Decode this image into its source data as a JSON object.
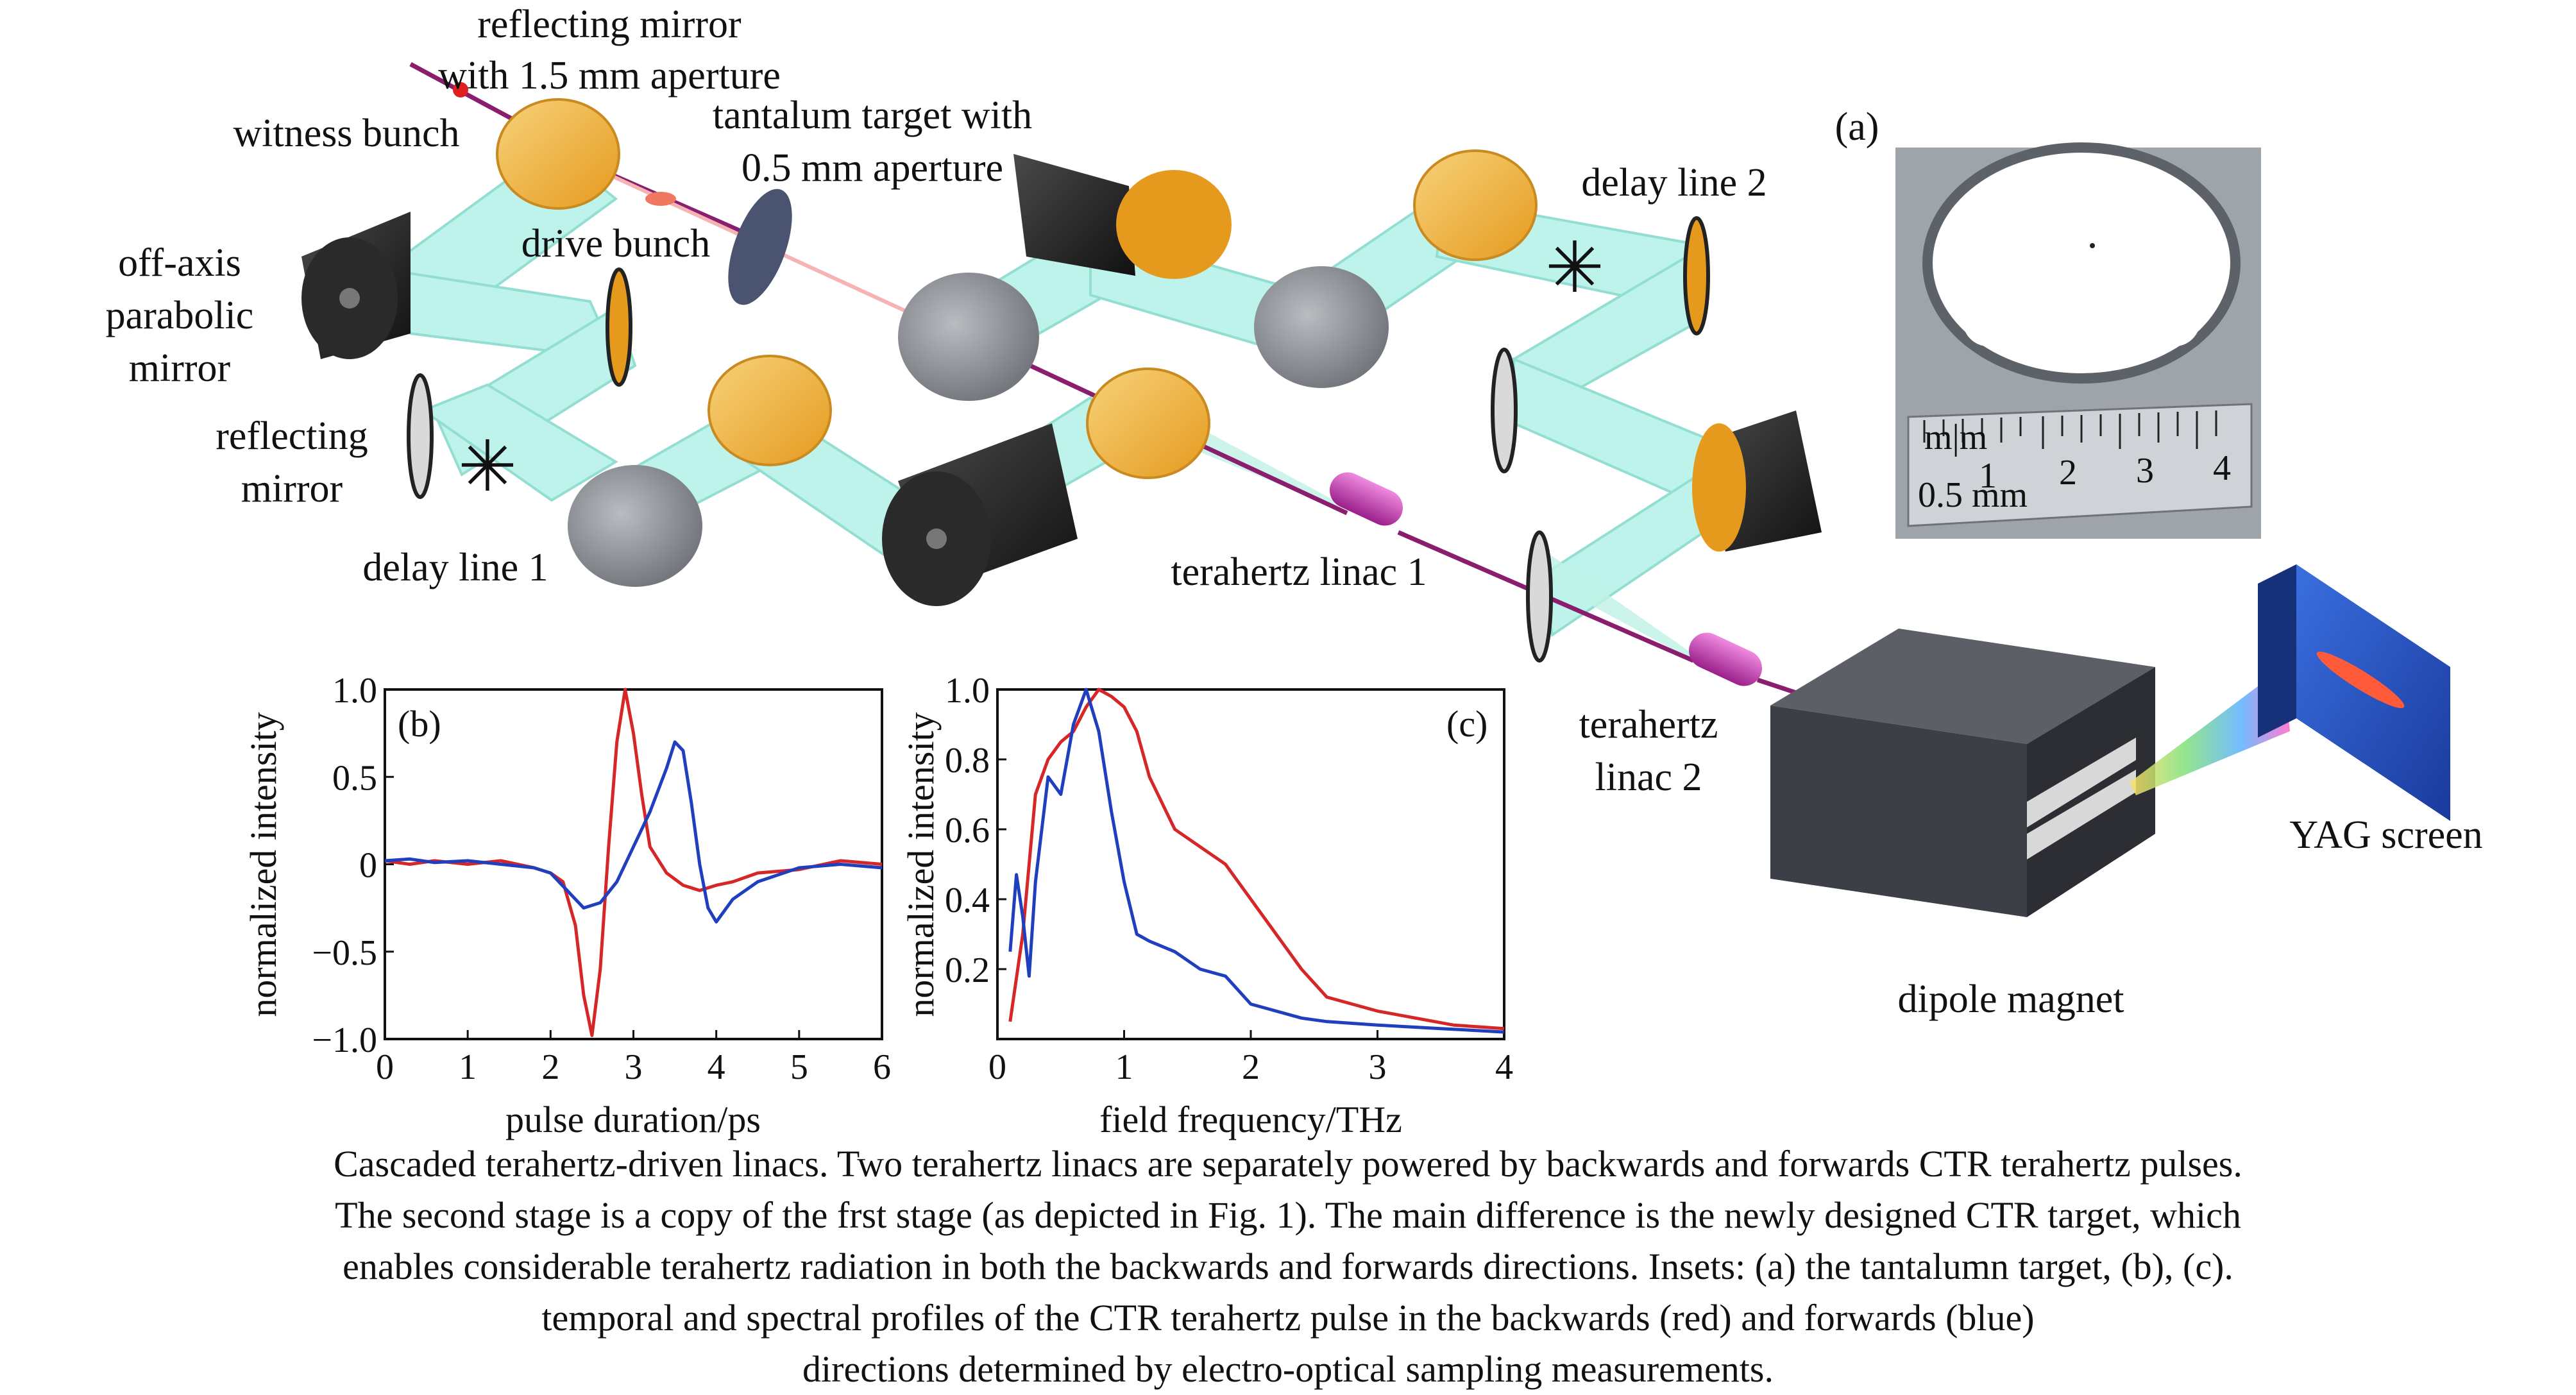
{
  "labels": {
    "reflecting_mirror_aperture_1": "reflecting mirror",
    "reflecting_mirror_aperture_2": "with 1.5 mm aperture",
    "witness_bunch": "witness bunch",
    "tantalum_target_1": "tantalum target with",
    "tantalum_target_2": "0.5 mm aperture",
    "drive_bunch": "drive bunch",
    "off_axis_1": "off-axis",
    "off_axis_2": "parabolic",
    "off_axis_3": "mirror",
    "reflecting_1": "reflecting",
    "reflecting_2": "mirror",
    "delay_line_1": "delay line 1",
    "delay_line_2": "delay line 2",
    "thz_linac_1": "terahertz linac 1",
    "thz_linac_2_a": "terahertz",
    "thz_linac_2_b": "linac 2",
    "yag_screen": "YAG screen",
    "dipole_magnet": "dipole magnet",
    "inset_a": "(a)"
  },
  "ruler": {
    "marks": [
      "1",
      "2",
      "3",
      "4"
    ],
    "unit_top": "m|m",
    "unit_bottom": "0.5 mm"
  },
  "colors": {
    "backwards": "#d62728",
    "forwards": "#1f3fbf",
    "beam": "#8fe6d8",
    "mirror_gold": "#f2b640",
    "electron_path": "#8a1d6e"
  },
  "chart_data": [
    {
      "type": "line",
      "panel": "(b)",
      "xlabel": "pulse duration/ps",
      "ylabel": "normalized intensity",
      "xlim": [
        0,
        6
      ],
      "ylim": [
        -1.0,
        1.0
      ],
      "xticks": [
        "0",
        "1",
        "2",
        "3",
        "4",
        "5",
        "6"
      ],
      "yticks": [
        "1.0",
        "0.5",
        "0",
        "−0.5",
        "−1.0"
      ],
      "series": [
        {
          "color": "#d62728",
          "x": [
            0,
            0.3,
            0.6,
            1.0,
            1.4,
            1.8,
            2.0,
            2.15,
            2.3,
            2.4,
            2.5,
            2.6,
            2.7,
            2.8,
            2.9,
            3.0,
            3.1,
            3.2,
            3.4,
            3.6,
            3.8,
            4.0,
            4.2,
            4.5,
            5.0,
            5.5,
            6.0
          ],
          "y": [
            0.02,
            0.0,
            0.02,
            0.0,
            0.02,
            -0.02,
            -0.05,
            -0.1,
            -0.35,
            -0.75,
            -0.98,
            -0.6,
            0.1,
            0.7,
            1.0,
            0.75,
            0.4,
            0.1,
            -0.05,
            -0.12,
            -0.15,
            -0.12,
            -0.1,
            -0.05,
            -0.03,
            0.02,
            0.0
          ]
        },
        {
          "color": "#1f3fbf",
          "x": [
            0,
            0.3,
            0.6,
            1.0,
            1.4,
            1.8,
            2.0,
            2.2,
            2.4,
            2.6,
            2.8,
            3.0,
            3.2,
            3.4,
            3.5,
            3.6,
            3.7,
            3.8,
            3.9,
            4.0,
            4.2,
            4.5,
            5.0,
            5.5,
            6.0
          ],
          "y": [
            0.02,
            0.03,
            0.01,
            0.02,
            0.0,
            -0.02,
            -0.05,
            -0.15,
            -0.25,
            -0.22,
            -0.1,
            0.1,
            0.3,
            0.55,
            0.7,
            0.65,
            0.35,
            0.0,
            -0.25,
            -0.33,
            -0.2,
            -0.1,
            -0.02,
            0.0,
            -0.02
          ]
        }
      ]
    },
    {
      "type": "line",
      "panel": "(c)",
      "xlabel": "field frequency/THz",
      "ylabel": "normalized intensity",
      "xlim": [
        0,
        4
      ],
      "ylim": [
        0,
        1.0
      ],
      "xticks": [
        "0",
        "1",
        "2",
        "3",
        "4"
      ],
      "yticks": [
        "1.0",
        "0.8",
        "0.6",
        "0.4",
        "0.2"
      ],
      "series": [
        {
          "color": "#d62728",
          "x": [
            0.1,
            0.2,
            0.3,
            0.4,
            0.5,
            0.6,
            0.7,
            0.8,
            0.9,
            1.0,
            1.1,
            1.2,
            1.4,
            1.6,
            1.8,
            2.0,
            2.2,
            2.4,
            2.6,
            2.8,
            3.0,
            3.3,
            3.6,
            4.0
          ],
          "y": [
            0.05,
            0.3,
            0.7,
            0.8,
            0.85,
            0.88,
            0.95,
            1.0,
            0.98,
            0.95,
            0.88,
            0.75,
            0.6,
            0.55,
            0.5,
            0.4,
            0.3,
            0.2,
            0.12,
            0.1,
            0.08,
            0.06,
            0.04,
            0.03
          ]
        },
        {
          "color": "#1f3fbf",
          "x": [
            0.1,
            0.15,
            0.2,
            0.25,
            0.3,
            0.4,
            0.5,
            0.6,
            0.7,
            0.8,
            0.9,
            1.0,
            1.1,
            1.2,
            1.4,
            1.6,
            1.8,
            2.0,
            2.2,
            2.4,
            2.6,
            3.0,
            3.5,
            4.0
          ],
          "y": [
            0.25,
            0.47,
            0.35,
            0.18,
            0.45,
            0.75,
            0.7,
            0.9,
            1.0,
            0.88,
            0.65,
            0.45,
            0.3,
            0.28,
            0.25,
            0.2,
            0.18,
            0.1,
            0.08,
            0.06,
            0.05,
            0.04,
            0.03,
            0.02
          ]
        }
      ]
    }
  ],
  "caption": [
    "Cascaded terahertz-driven linacs. Two terahertz linacs are separately powered by backwards and forwards CTR terahertz pulses.",
    "The second stage is a copy of the frst stage (as depicted in Fig. 1). The main difference is the newly designed CTR target, which",
    "enables considerable terahertz  radiation in both the backwards and forwards directions. Insets: (a) the tantalumn target, (b), (c).",
    "temporal and spectral profiles of the CTR terahertz pulse in the backwards (red) and forwards (blue)",
    "directions determined by electro-optical sampling measurements."
  ]
}
